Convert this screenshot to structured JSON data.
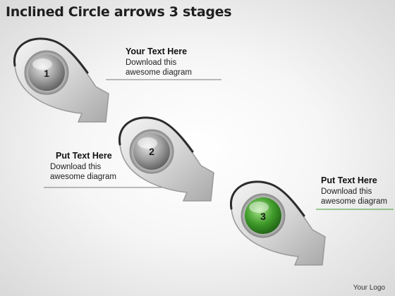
{
  "title": "Inclined Circle arrows 3 stages",
  "stages": [
    {
      "number": "1",
      "heading": "Your Text Here",
      "line1": "Download this",
      "line2": "awesome diagram",
      "accent": "#8a8a8a",
      "line_color": "#7a7a7a"
    },
    {
      "number": "2",
      "heading": "Put Text Here",
      "line1": "Download this",
      "line2": "awesome diagram",
      "accent": "#8a8a8a",
      "line_color": "#7a7a7a"
    },
    {
      "number": "3",
      "heading": "Put Text Here",
      "line1": "Download this",
      "line2": "awesome diagram",
      "accent": "#3e9a2e",
      "line_color": "#3e9a2e"
    }
  ],
  "logo_text": "Your Logo"
}
